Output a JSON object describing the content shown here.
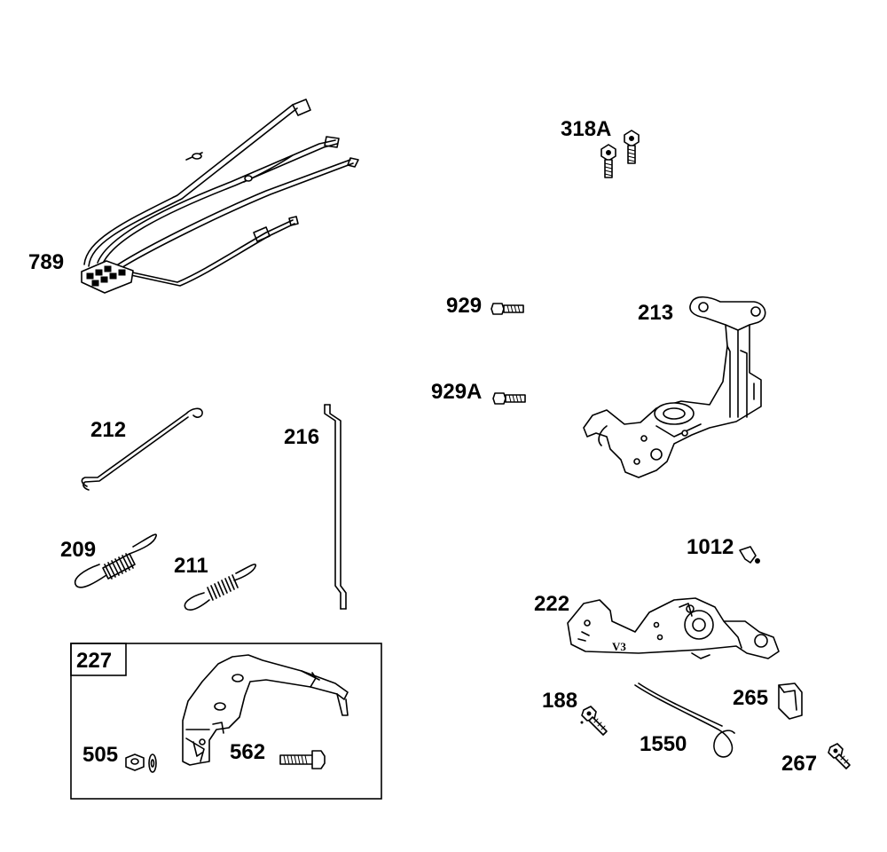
{
  "diagram": {
    "parts": [
      {
        "id": "318A",
        "label": "318A"
      },
      {
        "id": "789",
        "label": "789"
      },
      {
        "id": "929",
        "label": "929"
      },
      {
        "id": "213",
        "label": "213"
      },
      {
        "id": "929A",
        "label": "929A"
      },
      {
        "id": "212",
        "label": "212"
      },
      {
        "id": "216",
        "label": "216"
      },
      {
        "id": "209",
        "label": "209"
      },
      {
        "id": "211",
        "label": "211"
      },
      {
        "id": "1012",
        "label": "1012"
      },
      {
        "id": "222",
        "label": "222"
      },
      {
        "id": "227",
        "label": "227"
      },
      {
        "id": "188",
        "label": "188"
      },
      {
        "id": "265",
        "label": "265"
      },
      {
        "id": "505",
        "label": "505"
      },
      {
        "id": "562",
        "label": "562"
      },
      {
        "id": "1550",
        "label": "1550"
      },
      {
        "id": "267",
        "label": "267"
      }
    ],
    "stamp_text": "V3"
  }
}
